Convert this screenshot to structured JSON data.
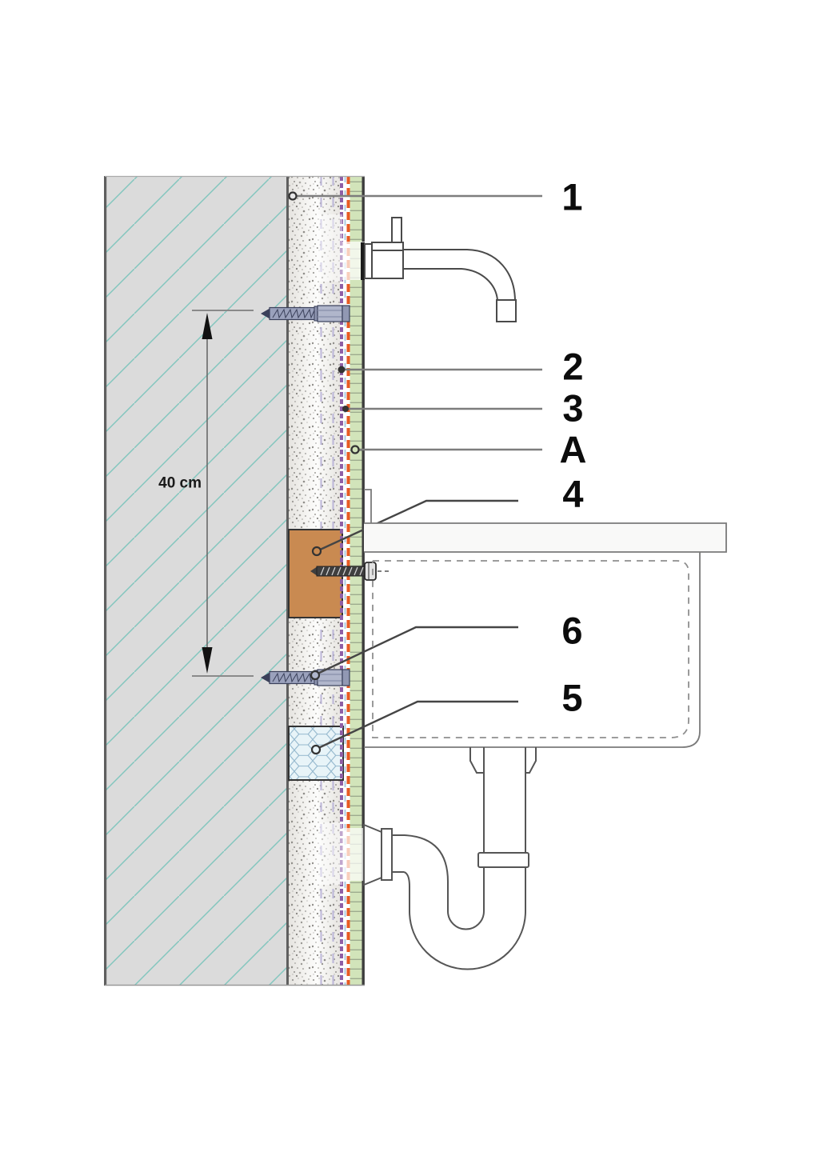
{
  "diagram": {
    "kind": "construction-detail-section",
    "subject": "wall-mounted-washbasin-on-layered-wall"
  },
  "callouts": [
    {
      "label": "1",
      "points_to": "plaster-render-layer"
    },
    {
      "label": "2",
      "points_to": "primer-bonding-line"
    },
    {
      "label": "3",
      "points_to": "waterproof-membrane-line"
    },
    {
      "label": "A",
      "points_to": "tile-adhesive-layer"
    },
    {
      "label": "4",
      "points_to": "mounting-board"
    },
    {
      "label": "6",
      "points_to": "wall-anchor-dowel"
    },
    {
      "label": "5",
      "points_to": "insulation-sealing-block"
    }
  ],
  "dimension": {
    "label": "40 cm"
  },
  "colors": {
    "wall_fill": "#dbdbdb",
    "wall_hatch": "#82c6be",
    "plaster_bg": "#f1f0ed",
    "primer_purple": "#8f5fa6",
    "membrane_orange": "#e85a24",
    "adhesive_green": "#d2e4ba",
    "mounting_board": "#c98a51",
    "insulation_blue": "#e8f4f8",
    "anchor_body": "#a7adc5",
    "leader_gray": "#7d7d7d",
    "label_black": "#0c0c0c"
  }
}
